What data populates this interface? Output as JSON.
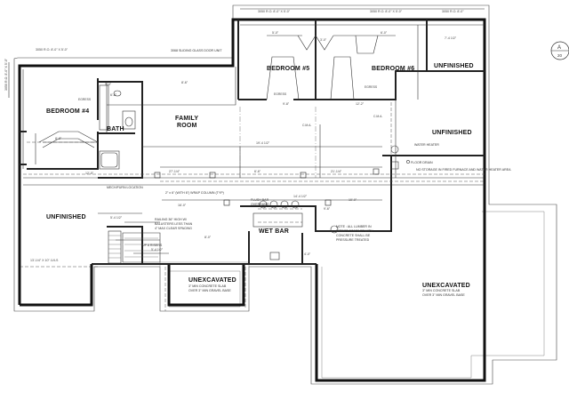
{
  "rooms": {
    "bedroom4": "BEDROOM #4",
    "bath": "BATH",
    "family": "FAMILY",
    "family2": "ROOM",
    "bedroom5": "BEDROOM #5",
    "bedroom6": "BEDROOM #6",
    "unfinished_nw": "UNFINISHED",
    "unfinished_ne": "UNFINISHED",
    "unfinished_w": "UNFINISHED",
    "wetbar": "WET BAR",
    "unexcavated_s": "UNEXCAVATED",
    "unexcavated_se": "UNEXCAVATED"
  },
  "notes": {
    "sliding_door": "3068 SLIDING GLASS DOOR UNIT",
    "waterheater": "WATER HEATER",
    "floordrain": "FLOOR DRAIN",
    "nostorage": "NO STORAGE IN FIRED FURNACE AND WATER HEATER AREA",
    "lumber1": "NOTE : ALL LUMBER IN",
    "lumber2": "DIRECT CONTACT WITH",
    "lumber3": "CONCRETE SHALL BE",
    "lumber4": "PRESSURE TREATED",
    "slab1": "3\" MIN CONCRETE SLAB",
    "slab2": "OVER 3\" MIN GRAVEL BASE",
    "slab3": "3\" MIN CONCRETE SLAB",
    "slab4": "OVER 3\" MIN GRAVEL BASE",
    "flush_beam1": "FLUSH BAR",
    "flush_beam2": "OVERHANG",
    "columns": "2\" x 6\" (WITH 6\") WRAP COLUMN (TYP)",
    "railing1": "RAILING 36\" HIGH W/",
    "railing2": "BALUSTERS LESS THAN",
    "railing3": "4\" MAX CLEAR SPACING",
    "up": "UP 8 RISERS",
    "mech": "MECH/FURN LOCATION",
    "egress1": "EGRESS",
    "egress2": "EGRESS",
    "egress3": "EGRESS",
    "cma": "C.M.A.",
    "cma2": "C.M.A.",
    "callout": "A",
    "callout_num": "20"
  },
  "dims": {
    "top1": "3050 R.O. 8'-0\" X 5'-0\"",
    "top2": "3050 R.O. 8'-0\" X 5'-0\"",
    "top3": "3050 R.O. 8'-0\"",
    "left1": "3050 R.O. 8'-0\" X 5'-0\"",
    "leftv": "3050 R.O. 8'-0\" X 5'-0\"",
    "d1": "5'-0\"",
    "d2": "6'-0\"",
    "d3": "8'-6\"",
    "d4": "5'-6\"",
    "d5": "9'-8\"",
    "d6": "12'-2\"",
    "d7": "8'-8\"",
    "d8": "19'-4 1/2\"",
    "d9": "27'-1/4\"",
    "d10": "6'-6\"",
    "d11": "21'-1/4\"",
    "d12": "16'-0\"",
    "d13": "9'-6\"",
    "d14": "10'-0\"",
    "d15": "7'-4 1/2\"",
    "d16": "5'-4 1/2\"",
    "d17": "6'-8\"",
    "d18": "14'-4 1/2\"",
    "d19": "8'-0\"",
    "d20": "12'-5\"",
    "d21": "5'-4 1/2\"",
    "d22": "13'-1/4\" X 10\" LVLS",
    "d23": "3'-0\"",
    "d24": "4'-0\""
  }
}
